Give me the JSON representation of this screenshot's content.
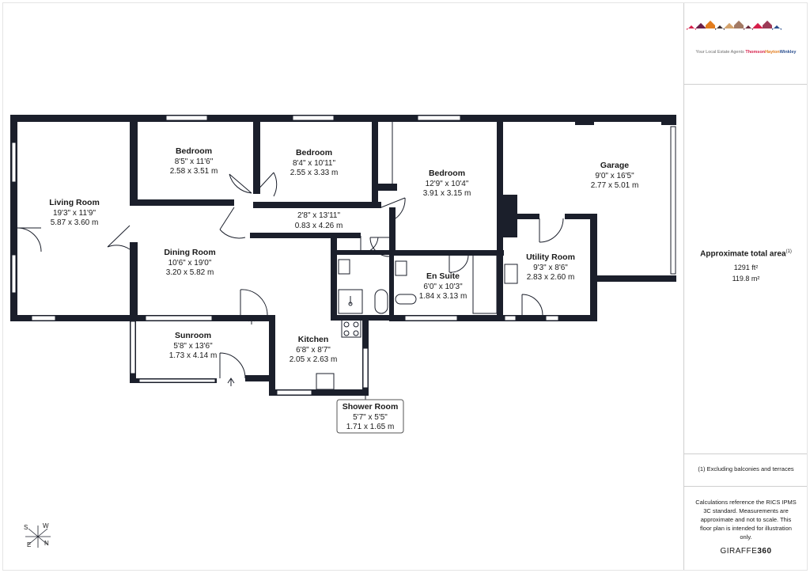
{
  "logo": {
    "tagline": "Your Local Estate Agents",
    "brand_thomson": "Thomson",
    "brand_hayton": "Hayton",
    "brand_winkley": "Winkley",
    "house_colors": [
      "#d61f4a",
      "#6b1f4a",
      "#e27c1d",
      "#3b2d2f",
      "#d3a26c",
      "#a37a64",
      "#6d2a3c",
      "#d61f4a",
      "#9c3a56",
      "#2a4f8f"
    ]
  },
  "rooms": {
    "living_room": {
      "name": "Living Room",
      "imperial": "19'3\" x 11'9\"",
      "metric": "5.87 x 3.60 m"
    },
    "bedroom_1": {
      "name": "Bedroom",
      "imperial": "8'5\" x 11'6\"",
      "metric": "2.58 x 3.51 m"
    },
    "bedroom_2": {
      "name": "Bedroom",
      "imperial": "8'4\" x 10'11\"",
      "metric": "2.55 x 3.33 m"
    },
    "bedroom_3": {
      "name": "Bedroom",
      "imperial": "12'9\" x 10'4\"",
      "metric": "3.91 x 3.15 m"
    },
    "garage": {
      "name": "Garage",
      "imperial": "9'0\" x 16'5\"",
      "metric": "2.77 x 5.01 m"
    },
    "hallway": {
      "imperial": "2'8\" x 13'11\"",
      "metric": "0.83 x 4.26 m"
    },
    "dining_room": {
      "name": "Dining Room",
      "imperial": "10'6\" x 19'0\"",
      "metric": "3.20 x 5.82 m"
    },
    "en_suite": {
      "name": "En Suite",
      "imperial": "6'0\" x 10'3\"",
      "metric": "1.84 x 3.13 m"
    },
    "utility_room": {
      "name": "Utility Room",
      "imperial": "9'3\" x 8'6\"",
      "metric": "2.83 x 2.60 m"
    },
    "sunroom": {
      "name": "Sunroom",
      "imperial": "5'8\" x 13'6\"",
      "metric": "1.73 x 4.14 m"
    },
    "kitchen": {
      "name": "Kitchen",
      "imperial": "6'8\" x 8'7\"",
      "metric": "2.05 x 2.63 m"
    },
    "shower_room": {
      "name": "Shower Room",
      "imperial": "5'7\" x 5'5\"",
      "metric": "1.71 x 1.65 m"
    }
  },
  "area": {
    "title": "Approximate total area",
    "footnote_marker": "(1)",
    "imperial": "1291 ft²",
    "metric": "119.8 m²"
  },
  "exclusion_note": "(1) Excluding balconies and terraces",
  "calc_note": "Calculations reference the RICS IPMS 3C standard. Measurements are approximate and not to scale. This floor plan is intended for illustration only.",
  "brand_footer": {
    "left": "GIRAFFE",
    "right": "360"
  },
  "compass": {
    "n": "N",
    "s": "S",
    "e": "E",
    "w": "W"
  },
  "colors": {
    "wall": "#1b1f2b",
    "window": "#ffffff",
    "fixture_line": "#1b1f2b"
  }
}
